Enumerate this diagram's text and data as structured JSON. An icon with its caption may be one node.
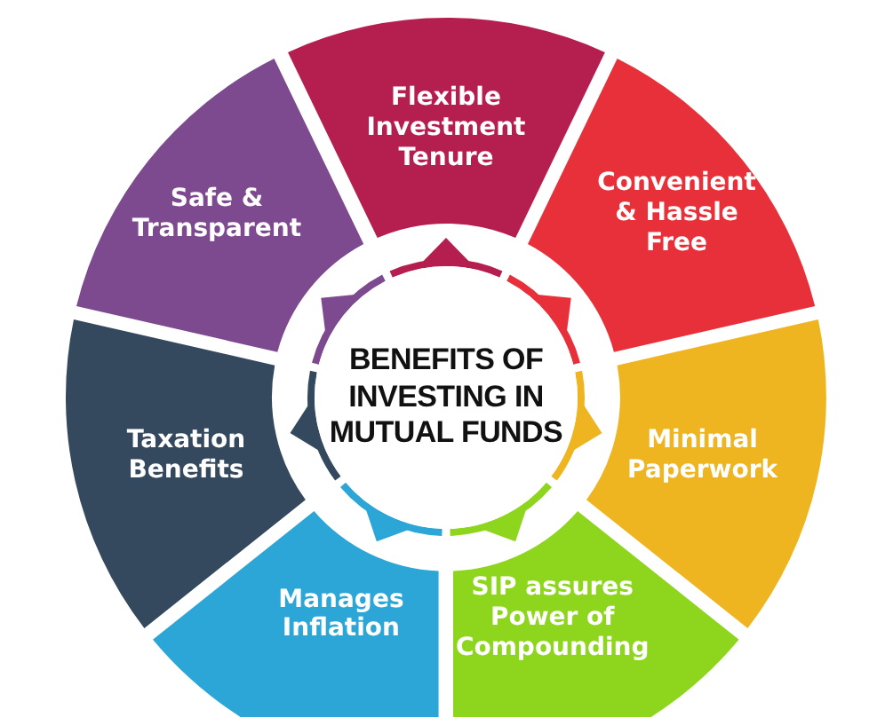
{
  "diagram": {
    "nodes": [
      {
        "text": [
          "BENEFITS OF INVESTING IN MUTUAL FUNDS"
        ]
      },
      {
        "text": [
          "Flexible Investment Tenure"
        ]
      },
      {
        "text": [
          "Convenient & Hassle Free"
        ]
      },
      {
        "text": [
          "Minimal Paperwork"
        ]
      },
      {
        "text": [
          "SIP assures Power of Compounding"
        ]
      },
      {
        "text": [
          "Manages Inflation"
        ]
      },
      {
        "text": [
          "Taxation Benefits"
        ]
      },
      {
        "text": [
          "Safe & Transparent"
        ]
      }
    ]
  }
}
